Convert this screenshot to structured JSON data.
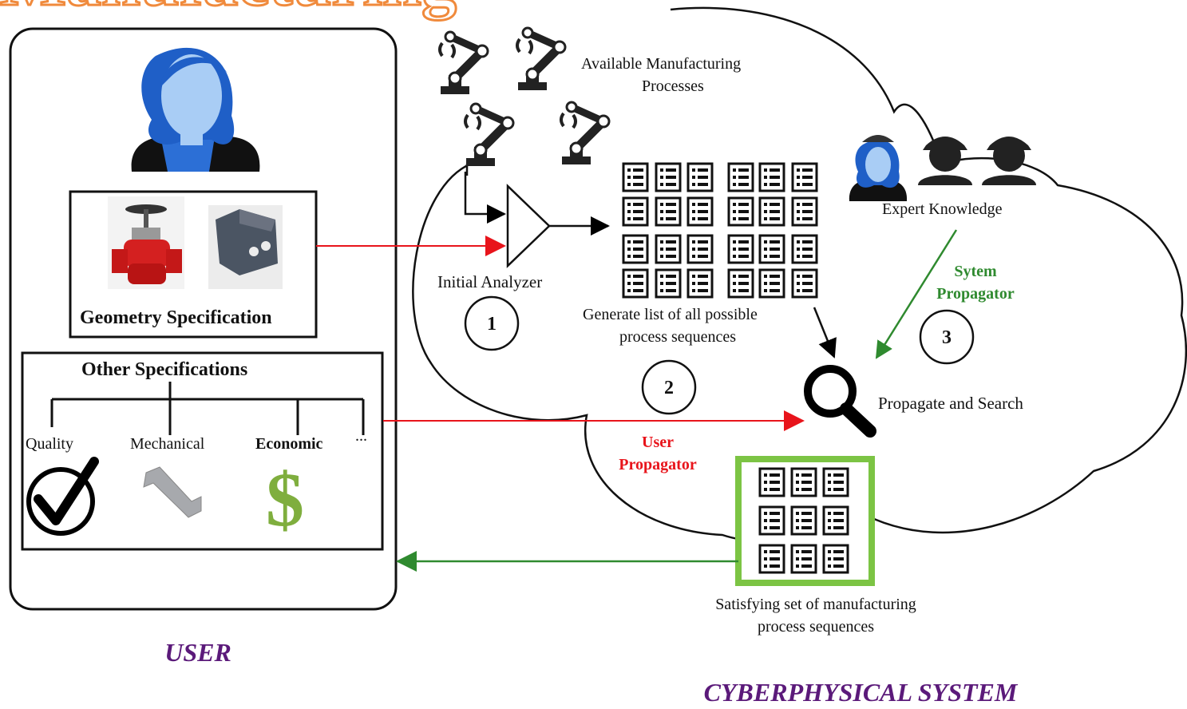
{
  "title_fragment": "Manufacturing",
  "user_panel": {
    "geometry_label": "Geometry Specification",
    "other_specs_label": "Other Specifications",
    "spec_items": [
      "Quality",
      "Mechanical",
      "Economic",
      "..."
    ],
    "caption": "USER"
  },
  "cyber": {
    "available_processes": [
      "Available Manufacturing",
      "Processes"
    ],
    "initial_analyzer": "Initial Analyzer",
    "generate_list": [
      "Generate list of all possible",
      "process sequences"
    ],
    "expert_knowledge": "Expert Knowledge",
    "system_propagator": [
      "Sytem",
      "Propagator"
    ],
    "user_propagator": [
      "User",
      "Propagator"
    ],
    "propagate_search": "Propagate and Search",
    "satisfying_set": [
      "Satisfying set of manufacturing",
      "process sequences"
    ],
    "step_numbers": [
      "1",
      "2",
      "3"
    ],
    "caption": "CYBERPHYSICAL SYSTEM"
  },
  "colors": {
    "title_orange": "#f08a3c",
    "caption_purple": "#5b1a7a",
    "red_arrow": "#e8141b",
    "green_arrow": "#2f8a2f",
    "green_box": "#7cc444",
    "person_blue": "#2c6fd6"
  },
  "icons": [
    "robot-arm-icon",
    "list-doc-icon",
    "magnifier-icon",
    "person-icon",
    "worker-icon",
    "checkmark-icon",
    "dollar-icon",
    "valve-image",
    "bracket-image",
    "tensile-specimen-image"
  ]
}
